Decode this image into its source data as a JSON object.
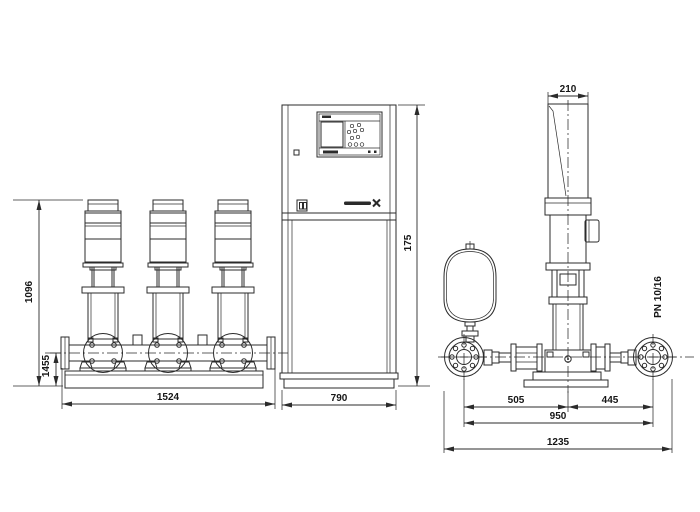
{
  "drawing": {
    "line_color": "#2b2b2b",
    "background_color": "#ffffff"
  },
  "front_view": {
    "dim_total_height": "1096",
    "dim_manifold_height": "1455",
    "dim_base_width": "1524"
  },
  "cabinet": {
    "dim_width": "790",
    "dim_height": "175"
  },
  "side_view": {
    "dim_motor_width": "210",
    "dim_suction_to_center": "505",
    "dim_center_to_discharge": "445",
    "dim_flange_to_flange": "950",
    "dim_overall_width": "1235",
    "pressure_rating": "PN 10/16"
  }
}
